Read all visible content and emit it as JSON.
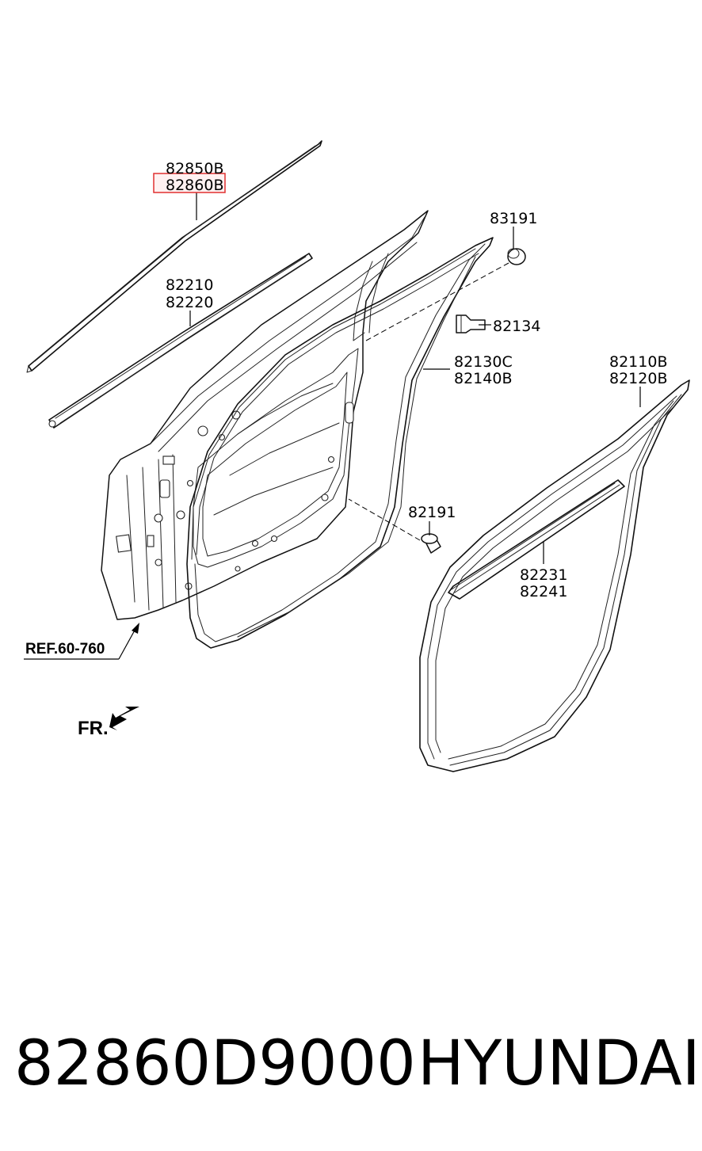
{
  "callouts": {
    "moulding_a": "82850B",
    "moulding_b": "82860B",
    "weatherstrip_belt_a": "82210",
    "weatherstrip_belt_b": "82220",
    "plug_top": "83191",
    "bracket": "82134",
    "door_seal_a": "82130C",
    "door_seal_b": "82140B",
    "body_seal_a": "82110B",
    "body_seal_b": "82120B",
    "plug_bottom": "82191",
    "belt_inner_a": "82231",
    "belt_inner_b": "82241"
  },
  "reference": "REF.60-760",
  "direction": "FR.",
  "highlight_color": "#e03030",
  "footer": {
    "part_number": "82860D9000",
    "brand": "HYUNDAI"
  }
}
